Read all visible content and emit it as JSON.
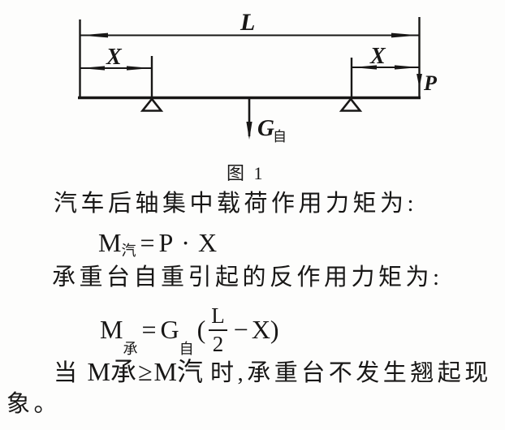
{
  "page": {
    "background": "#fdfdfc",
    "ink": "#181716"
  },
  "figure": {
    "caption": "图 1",
    "labels": {
      "span": "L",
      "x_left": "X",
      "x_right": "X",
      "load": "P",
      "weight": "G",
      "weight_sub": "自"
    }
  },
  "text": {
    "para1": "汽车后轴集中载荷作用力矩为:",
    "formula1": {
      "lhs": "M",
      "lhs_sub": "汽",
      "eq": "=",
      "p": "P",
      "dot": "·",
      "x": "X"
    },
    "para2": "承重台自重引起的反作用力矩为:",
    "formula2": {
      "lhs": "M",
      "lhs_sub": "承",
      "eq": "=",
      "g": "G",
      "g_sub": "自",
      "open": "(",
      "num": "L",
      "den": "2",
      "minus": "−",
      "x": "X",
      "close": ")"
    },
    "para3": {
      "lead": "当",
      "m1": "M",
      "m1_sub": "承",
      "geq": "≥",
      "m2": "M",
      "m2_sub": "汽",
      "tail": "时,承重台不发生翘起现"
    },
    "para4": "象。"
  }
}
